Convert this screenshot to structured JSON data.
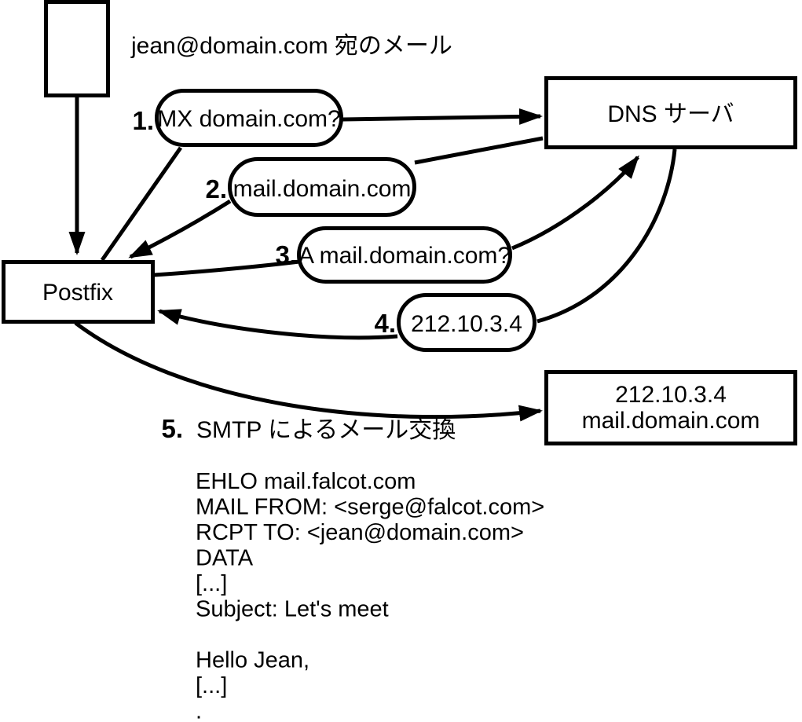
{
  "diagram": {
    "note": "jean@domain.com 宛のメール",
    "nodes": {
      "message": {
        "icon": "mail-message-rectangle"
      },
      "postfix": {
        "label": "Postfix"
      },
      "dns_server": {
        "label": "DNS サーバ"
      },
      "mail_server": {
        "line1": "212.10.3.4",
        "line2": "mail.domain.com"
      }
    },
    "steps": [
      {
        "num": "1.",
        "label": "MX domain.com?"
      },
      {
        "num": "2.",
        "label": "mail.domain.com"
      },
      {
        "num": "3.",
        "label": "A mail.domain.com?"
      },
      {
        "num": "4.",
        "label": "212.10.3.4"
      },
      {
        "num": "5.",
        "label": "SMTP によるメール交換"
      }
    ],
    "smtp_session": {
      "lines": [
        "EHLO mail.falcot.com",
        "MAIL FROM: <serge@falcot.com>",
        "RCPT TO: <jean@domain.com>",
        "DATA",
        "[...]",
        "Subject: Let's meet",
        "",
        "Hello Jean,",
        "[...]",
        "",
        "."
      ]
    },
    "colors": {
      "ink": "#000000",
      "paper": "#ffffff"
    }
  }
}
